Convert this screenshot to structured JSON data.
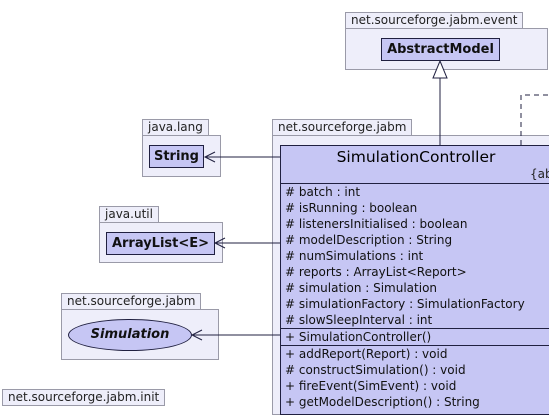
{
  "packages": {
    "event": "net.sourceforge.jabm.event",
    "lang": "java.lang",
    "jabm": "net.sourceforge.jabm",
    "util": "java.util",
    "jabm2": "net.sourceforge.jabm",
    "init": "net.sourceforge.jabm.init"
  },
  "classes": {
    "abstract_model": "AbstractModel",
    "string": "String",
    "arraylist": "ArrayList<E>",
    "simulation": "Simulation"
  },
  "main_class": {
    "name": "SimulationController",
    "stereotype": "{ab",
    "attributes": [
      "# batch : int",
      "# isRunning : boolean",
      "# listenersInitialised : boolean",
      "# modelDescription : String",
      "# numSimulations : int",
      "# reports : ArrayList<Report>",
      "# simulation : Simulation",
      "# simulationFactory : SimulationFactory",
      "# slowSleepInterval : int"
    ],
    "constructors": [
      "+ SimulationController()"
    ],
    "methods": [
      "+ addReport(Report) : void",
      "# constructSimulation() : void",
      "+ fireEvent(SimEvent) : void",
      "+ getModelDescription() : String"
    ]
  }
}
